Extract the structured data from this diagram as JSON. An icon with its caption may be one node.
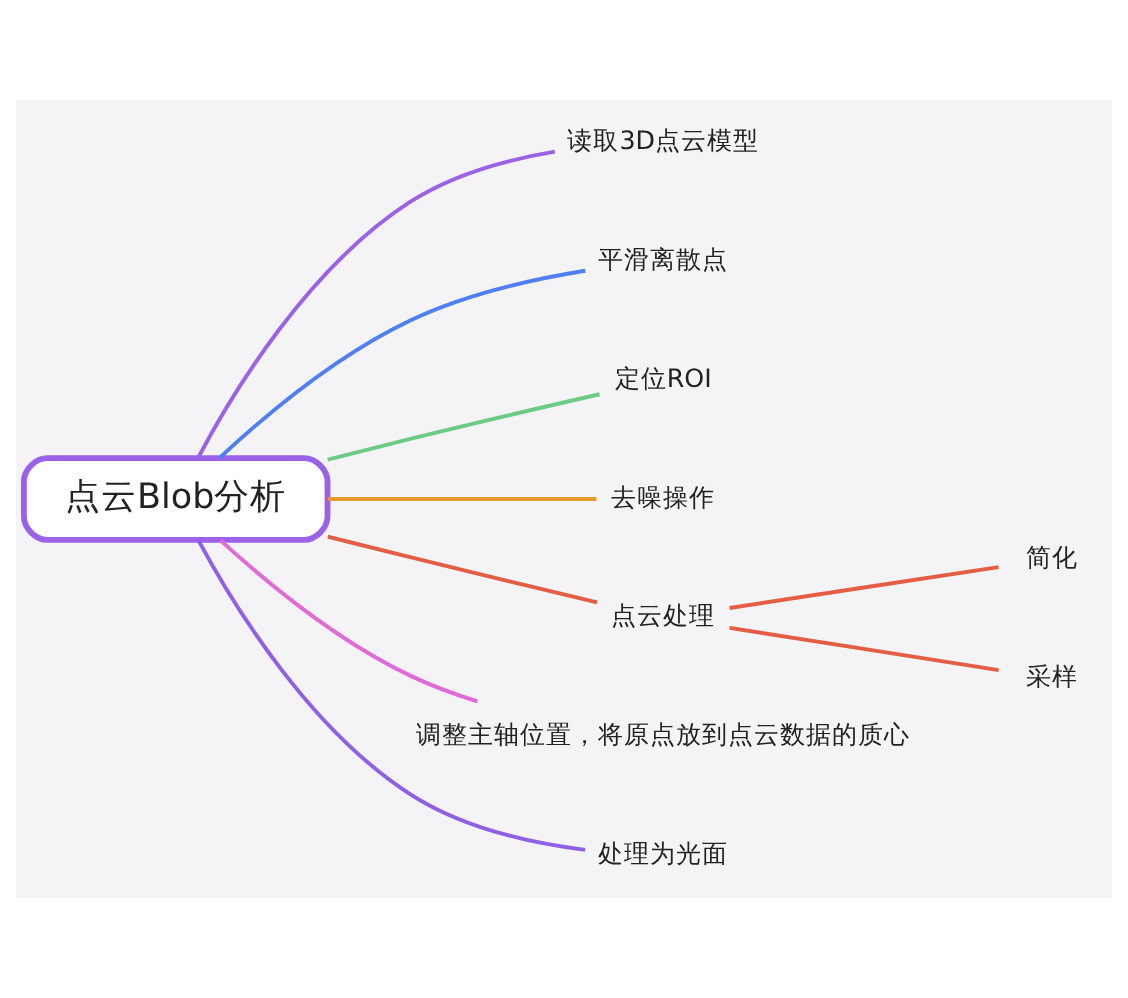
{
  "diagram": {
    "nodes": [
      {
        "text": [
          "点云Blob分析"
        ]
      },
      {
        "text": [
          "读取3D点云模型"
        ]
      },
      {
        "text": [
          "平滑离散点"
        ]
      },
      {
        "text": [
          "定位ROI"
        ]
      },
      {
        "text": [
          "去噪操作"
        ]
      },
      {
        "text": [
          "点云处理"
        ]
      },
      {
        "text": [
          "调整主轴位置，将原点放到点云数据的质心"
        ]
      },
      {
        "text": [
          "处理为光面"
        ]
      },
      {
        "text": [
          "简化"
        ]
      },
      {
        "text": [
          "采样"
        ]
      }
    ],
    "edges": [
      {
        "from": 0,
        "to": 1,
        "arrow": "none",
        "color": "#9b62e8"
      },
      {
        "from": 0,
        "to": 2,
        "arrow": "none",
        "color": "#4f7ff2"
      },
      {
        "from": 0,
        "to": 3,
        "arrow": "none",
        "color": "#6ccb84"
      },
      {
        "from": 0,
        "to": 4,
        "arrow": "none",
        "color": "#e69a2e"
      },
      {
        "from": 0,
        "to": 5,
        "arrow": "none",
        "color": "#e35e43"
      },
      {
        "from": 0,
        "to": 6,
        "arrow": "none",
        "color": "#e06ad6"
      },
      {
        "from": 0,
        "to": 7,
        "arrow": "none",
        "color": "#8f5fe6"
      },
      {
        "from": 5,
        "to": 8,
        "arrow": "none",
        "color": "#e35e43"
      },
      {
        "from": 5,
        "to": 9,
        "arrow": "none",
        "color": "#e35e43"
      }
    ]
  }
}
